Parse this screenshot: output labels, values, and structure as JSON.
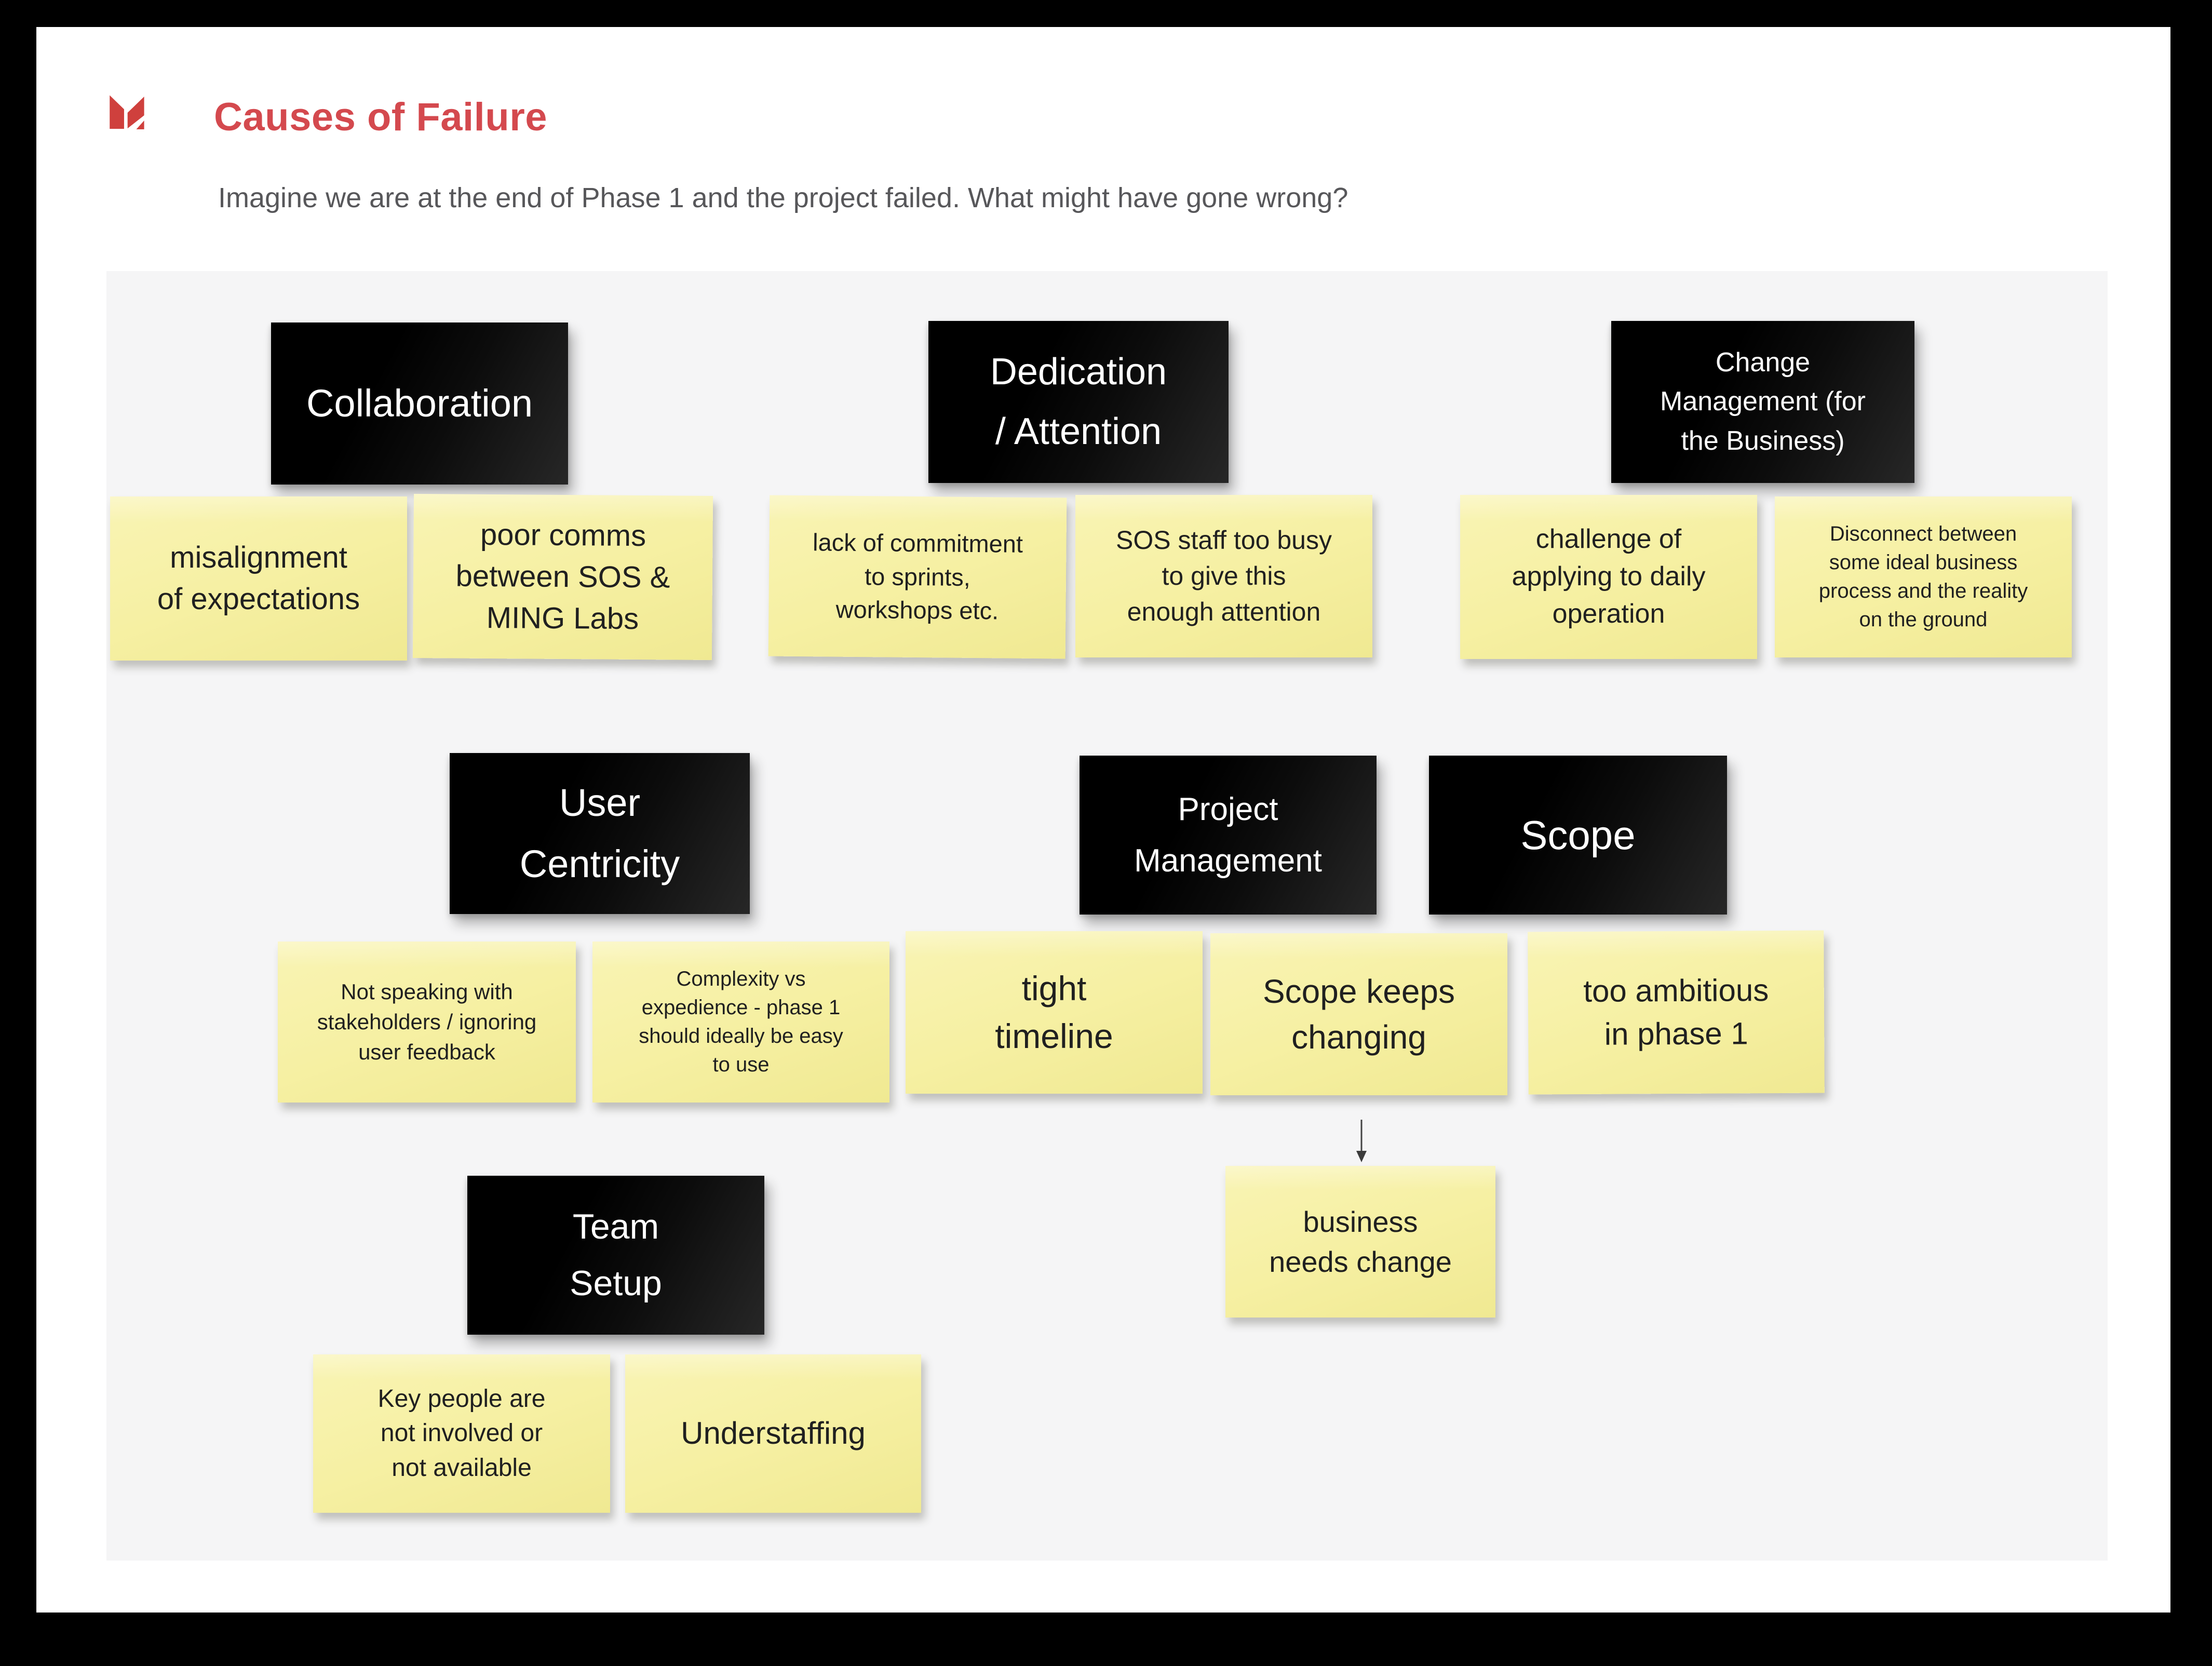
{
  "header": {
    "logo_icon": "ming-labs-logo",
    "title": "Causes of Failure",
    "subtitle": "Imagine we are at the end of Phase 1 and the project failed. What might have gone wrong?"
  },
  "colors": {
    "brand_red": "#cf403d",
    "title_red": "#d4494e",
    "card_black": "#0a0a0a",
    "sticky_yellow": "#f6f0a3",
    "board_gray": "#f5f5f6",
    "page_white": "#ffffff",
    "text_dark": "#202020",
    "subtitle_gray": "#57575a",
    "arrow_gray": "#444444"
  },
  "cards": {
    "collaboration": "Collaboration",
    "dedication": "Dedication\n/ Attention",
    "change_management": "Change\nManagement (for\nthe Business)",
    "user_centricity": "User\nCentricity",
    "project_management": "Project\nManagement",
    "scope": "Scope",
    "team_setup": "Team\nSetup"
  },
  "notes": {
    "misalignment": "misalignment\nof expectations",
    "poor_comms": "poor comms\nbetween SOS &\nMING Labs",
    "lack_of_commitment": "lack of commitment\nto sprints,\nworkshops etc.",
    "sos_staff_busy": "SOS staff too busy\nto give this\nenough attention",
    "challenge_daily_operation": "challenge of\napplying to daily\noperation",
    "disconnect_ideal_reality": "Disconnect between\nsome ideal business\nprocess and the reality\non the ground",
    "not_speaking_stakeholders": "Not speaking with\nstakeholders / ignoring\nuser feedback",
    "complexity_vs_expedience": "Complexity vs\nexpedience - phase 1\nshould ideally be easy\nto use",
    "tight_timeline": "tight\ntimeline",
    "scope_keeps_changing": "Scope keeps\nchanging",
    "too_ambitious": "too ambitious\nin phase 1",
    "business_needs_change": "business\nneeds change",
    "key_people": "Key people are\nnot involved or\nnot available",
    "understaffing": "Understaffing"
  },
  "connectors": [
    {
      "from": "scope_keeps_changing",
      "to": "business_needs_change",
      "direction": "down"
    }
  ]
}
